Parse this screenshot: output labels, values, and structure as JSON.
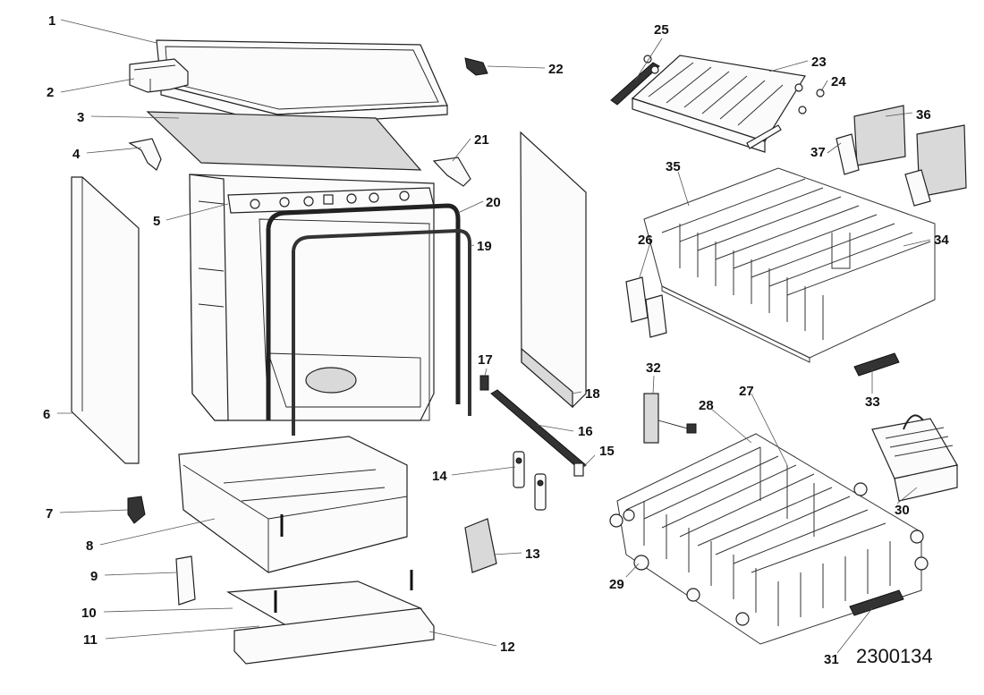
{
  "diagram": {
    "callouts": [
      "1",
      "2",
      "3",
      "4",
      "5",
      "6",
      "7",
      "8",
      "9",
      "10",
      "11",
      "12",
      "13",
      "14",
      "15",
      "16",
      "17",
      "18",
      "19",
      "20",
      "21",
      "22",
      "23",
      "24",
      "25",
      "26",
      "27",
      "28",
      "29",
      "30",
      "31",
      "32",
      "33",
      "34",
      "35",
      "36",
      "37"
    ],
    "diagram_code": "2300134"
  }
}
